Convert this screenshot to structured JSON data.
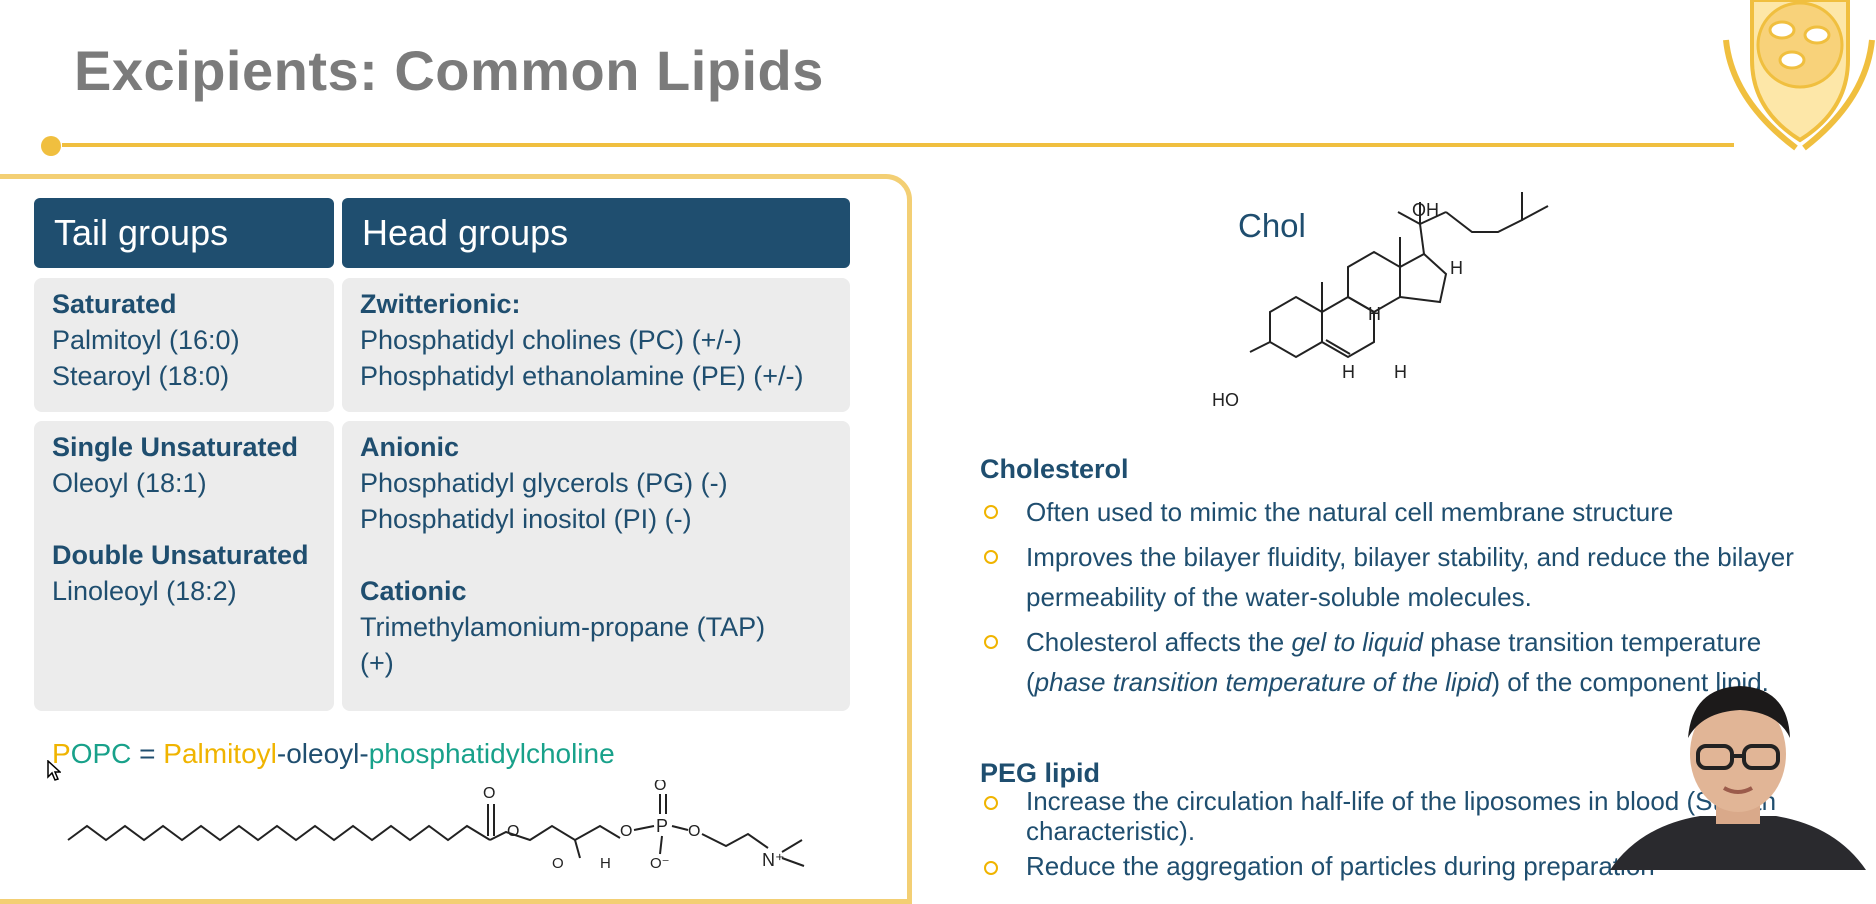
{
  "slide": {
    "title": "Excipients: Common Lipids",
    "table": {
      "tail_header": "Tail groups",
      "head_header": "Head groups",
      "saturated": {
        "label": "Saturated",
        "items": [
          "Palmitoyl (16:0)",
          "Stearoyl (18:0)"
        ]
      },
      "single_unsat": {
        "label": "Single Unsaturated",
        "items": [
          "Oleoyl (18:1)"
        ]
      },
      "double_unsat": {
        "label": "Double Unsaturated",
        "items": [
          "Linoleoyl (18:2)"
        ]
      },
      "zwitterionic": {
        "label": "Zwitterionic:",
        "items": [
          "Phosphatidyl cholines (PC) (+/-)",
          "Phosphatidyl ethanolamine (PE) (+/-)"
        ]
      },
      "anionic": {
        "label": "Anionic",
        "items": [
          "Phosphatidyl glycerols (PG) (-)",
          "Phosphatidyl inositol (PI) (-)"
        ]
      },
      "cationic": {
        "label": "Cationic",
        "items": [
          "Trimethylamonium-propane (TAP)",
          "(+)"
        ]
      }
    },
    "popc": {
      "p": "P",
      "opc": "OPC",
      "eq": " = ",
      "palmitoyl": "Palmitoyl",
      "dash1": "-",
      "oleoyl": "oleoyl",
      "dash2": "-",
      "pc": "phosphatidylcholine"
    },
    "structure_labels": {
      "chol_name": "Chol",
      "oh": "OH",
      "ho": "HO",
      "h": "H",
      "o": "O",
      "p": "P",
      "o_minus": "O⁻",
      "n_plus": "N⁺"
    },
    "cholesterol": {
      "heading": "Cholesterol",
      "b1": "Often used to mimic the natural cell membrane structure",
      "b2": "Improves the bilayer fluidity, bilayer stability, and reduce the bilayer permeability of the water-soluble molecules.",
      "b3_pre": "Cholesterol affects the ",
      "b3_em": "gel to liquid",
      "b3_mid": " phase transition temperature (",
      "b3_em2": "phase transition temperature of the lipid",
      "b3_post": ") of the component lipid."
    },
    "peg": {
      "heading": "PEG lipid",
      "b1": "Increase the circulation half-life of the liposomes in blood (Stealth characteristic).",
      "b2": "Reduce the aggregation of particles during preparation"
    }
  },
  "colors": {
    "title_gray": "#7b7b7b",
    "accent_yellow": "#f0bf3f",
    "navy": "#1f4e6f",
    "teal": "#18a18a",
    "cell_gray": "#ececec"
  },
  "icons": [
    "logo-hands-cells-icon",
    "mouse-cursor-icon"
  ]
}
